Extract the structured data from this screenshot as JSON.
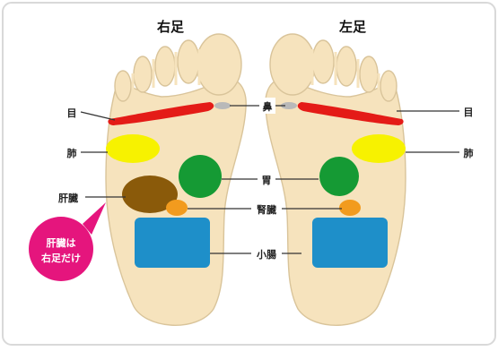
{
  "titles": {
    "right_foot": "右足",
    "left_foot": "左足"
  },
  "labels": {
    "eye": "目",
    "nose": "鼻",
    "lung": "肺",
    "stomach": "胃",
    "liver": "肝臓",
    "kidney": "腎臓",
    "small_intestine": "小腸"
  },
  "callout": {
    "line1": "肝臓は",
    "line2": "右足だけ"
  },
  "colors": {
    "background": "#ffffff",
    "frame": "#d9d9d9",
    "foot_fill": "#f6e3bd",
    "foot_stroke": "#d9c49a",
    "eye_band": "#e41b17",
    "nose_spot": "#b9b9b9",
    "lung": "#f7f200",
    "stomach": "#159a34",
    "liver": "#8a5a0a",
    "kidney": "#f29b1e",
    "small_intestine": "#1e8fc9",
    "callout": "#e5157d",
    "leader_line": "#333333"
  }
}
